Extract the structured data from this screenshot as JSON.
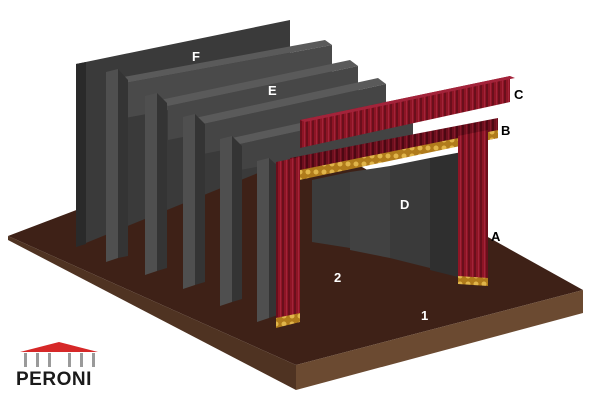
{
  "labels": {
    "A": "A",
    "B": "B",
    "C": "C",
    "D": "D",
    "E": "E",
    "F": "F",
    "one": "1",
    "two": "2"
  },
  "logo": {
    "text": "PERONI",
    "icon": "theatre-tent-icon"
  },
  "colors": {
    "floor_top": "#3e2117",
    "floor_front": "#6b4a31",
    "floor_side": "#4f3322",
    "flat": "#3c3c3c",
    "flat_edge": "#575757",
    "border": "#4a4a4a",
    "drape": "#8e1525",
    "drape_dark": "#5e0c18",
    "fringe": "#c9962a",
    "logo_red": "#d62828"
  }
}
